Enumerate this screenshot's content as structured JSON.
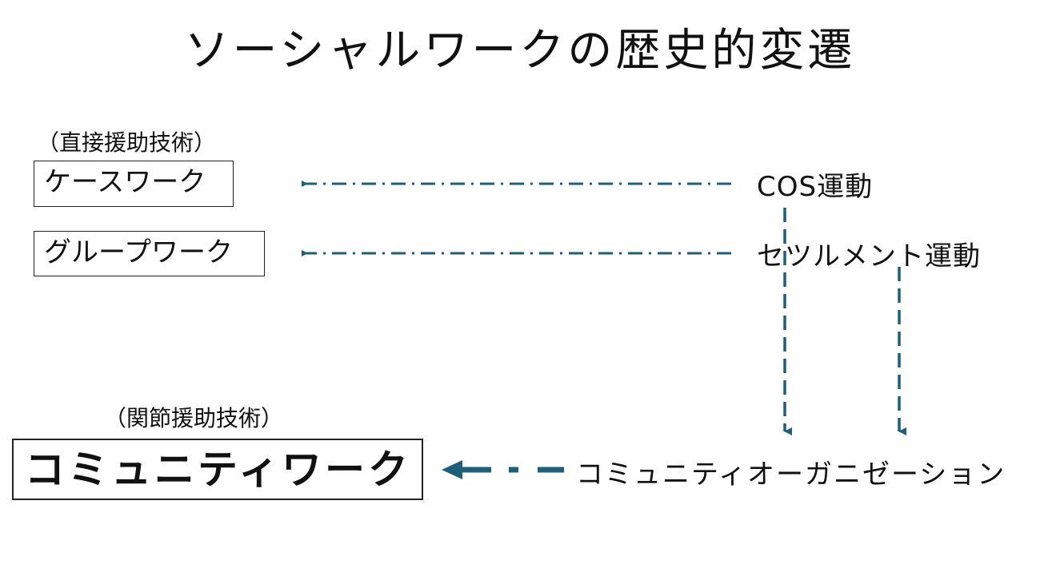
{
  "title": "ソーシャルワークの歴史的変遷",
  "direct": {
    "caption": "（直接援助技術）",
    "casework": "ケースワーク",
    "groupwork": "グループワーク"
  },
  "indirect": {
    "caption": "（関節援助技術）",
    "communitywork": "コミュニティワーク"
  },
  "movements": {
    "cos": "COS運動",
    "settlement": "セツルメント運動",
    "community_organization": "コミュニティオーガニゼーション"
  },
  "colors": {
    "arrow": "#1f5f7a",
    "text": "#111111",
    "border": "#222222"
  }
}
